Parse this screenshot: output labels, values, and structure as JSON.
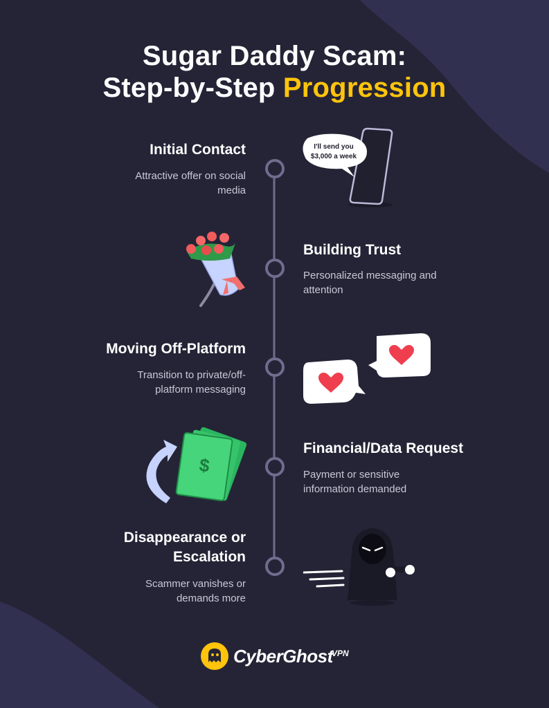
{
  "title": {
    "line1": "Sugar Daddy Scam:",
    "line2_prefix": "Step-by-Step",
    "line2_accent": "Progression"
  },
  "steps": [
    {
      "title": "Initial Contact",
      "desc": "Attractive offer on social media"
    },
    {
      "title": "Building Trust",
      "desc": "Personalized messaging and attention"
    },
    {
      "title": "Moving Off-Platform",
      "desc": "Transition to private/off-platform messaging"
    },
    {
      "title": "Financial/Data Request",
      "desc": "Payment or sensitive information demanded"
    },
    {
      "title": "Disappearance or Escalation",
      "desc": "Scammer vanishes or demands more"
    }
  ],
  "phone_bubble": {
    "line1": "I'll send you",
    "line2": "$3,000 a week"
  },
  "logo": {
    "name": "CyberGhost",
    "suffix": "VPN"
  },
  "icons": [
    "phone-icon",
    "flower-bouquet-icon",
    "heart-chat-icon",
    "money-icon",
    "hooded-scammer-icon",
    "cyberghost-logo-icon"
  ],
  "colors": {
    "background": "#252436",
    "accent": "#ffc40c",
    "timeline": "#6f6c8e",
    "blob": "#313050"
  }
}
